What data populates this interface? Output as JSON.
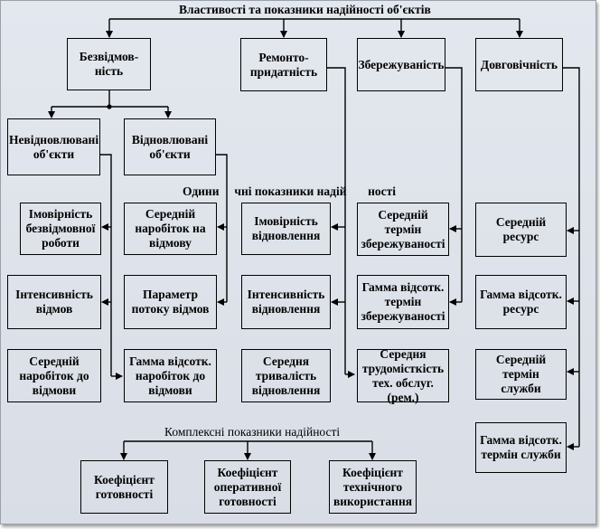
{
  "title": "Властивості та показники надійності об'єктів",
  "single_label": "Одини     чні показники надій       ності",
  "complex_label": "Комплексні показники надійності",
  "top": {
    "reliability": "Безвідмов-\nність",
    "maintainability": "Ремонто-\nпридатність",
    "storability": "Збережуваність",
    "durability": "Довговічність"
  },
  "objects": {
    "non_restorable": "Невідновлювані\nоб'єкти",
    "restorable": "Відновлювані\nоб'єкти"
  },
  "indicators": {
    "prob_failure_free": "Імовірність\nбезвідмовної\nроботи",
    "failure_intensity": "Інтенсивність\nвідмов",
    "mean_ttf": "Середній\nнаробіток до\nвідмови",
    "mean_tbf": "Середній\nнаробіток на\nвідмову",
    "failure_flow": "Параметр\nпотоку відмов",
    "gamma_ttf": "Гамма відсотк.\nнаробіток до\nвідмови",
    "prob_restoration": "Імовірність\nвідновлення",
    "restoration_intensity": "Інтенсивність\nвідновлення",
    "mean_restoration_time": "Середня\nтривалість\nвідновлення",
    "mean_storage": "Середній термін\nзбережуваності",
    "gamma_storage": "Гамма відсотк.\nтермін\nзбережуваності",
    "mean_labor": "Середня\nтрудомісткість\nтех. обслуг.(рем.)",
    "mean_resource": "Середній ресурс",
    "gamma_resource": "Гамма відсотк.\nресурс",
    "mean_service_life": "Середній термін\nслужби",
    "gamma_service_life": "Гамма відсотк.\nтермін служби"
  },
  "complex": {
    "availability": "Коефіцієнт\nготовності",
    "operational_availability": "Коефіцієнт\nоперативної\nготовності",
    "technical_utilization": "Коефіцієнт\nтехнічного\nвикористання"
  }
}
